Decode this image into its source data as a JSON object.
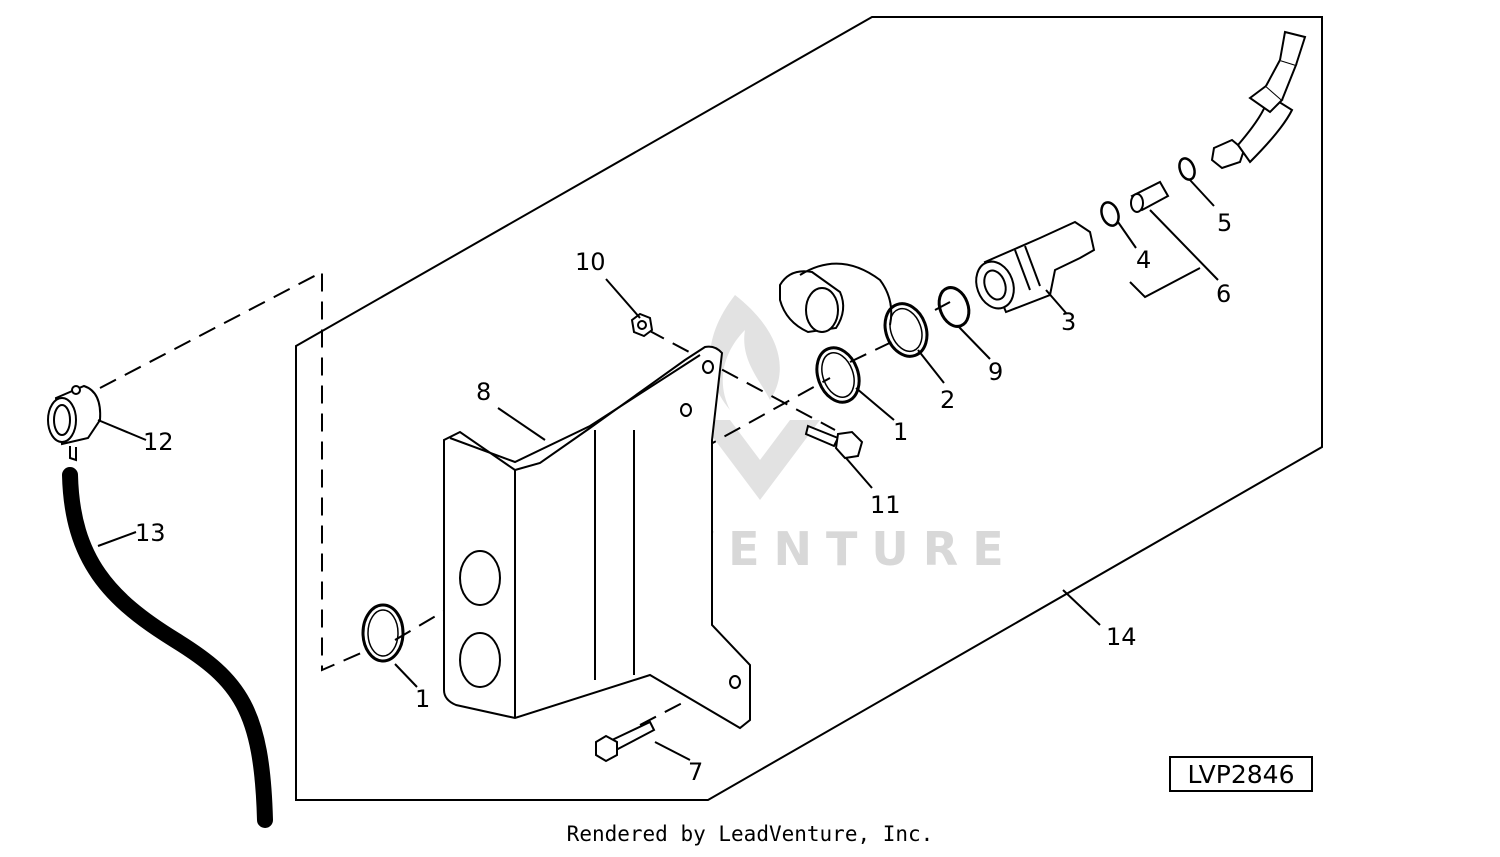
{
  "diagram": {
    "callouts": [
      {
        "id": "c1a",
        "text": "1"
      },
      {
        "id": "c1b",
        "text": "1"
      },
      {
        "id": "c2",
        "text": "2"
      },
      {
        "id": "c3",
        "text": "3"
      },
      {
        "id": "c4",
        "text": "4"
      },
      {
        "id": "c5",
        "text": "5"
      },
      {
        "id": "c6",
        "text": "6"
      },
      {
        "id": "c7",
        "text": "7"
      },
      {
        "id": "c8",
        "text": "8"
      },
      {
        "id": "c9",
        "text": "9"
      },
      {
        "id": "c10",
        "text": "10"
      },
      {
        "id": "c11",
        "text": "11"
      },
      {
        "id": "c12",
        "text": "12"
      },
      {
        "id": "c13",
        "text": "13"
      },
      {
        "id": "c14",
        "text": "14"
      }
    ],
    "reference_code": "LVP2846",
    "watermark_text": "LEADVENTURE"
  },
  "footer": {
    "text": "Rendered by LeadVenture, Inc."
  }
}
